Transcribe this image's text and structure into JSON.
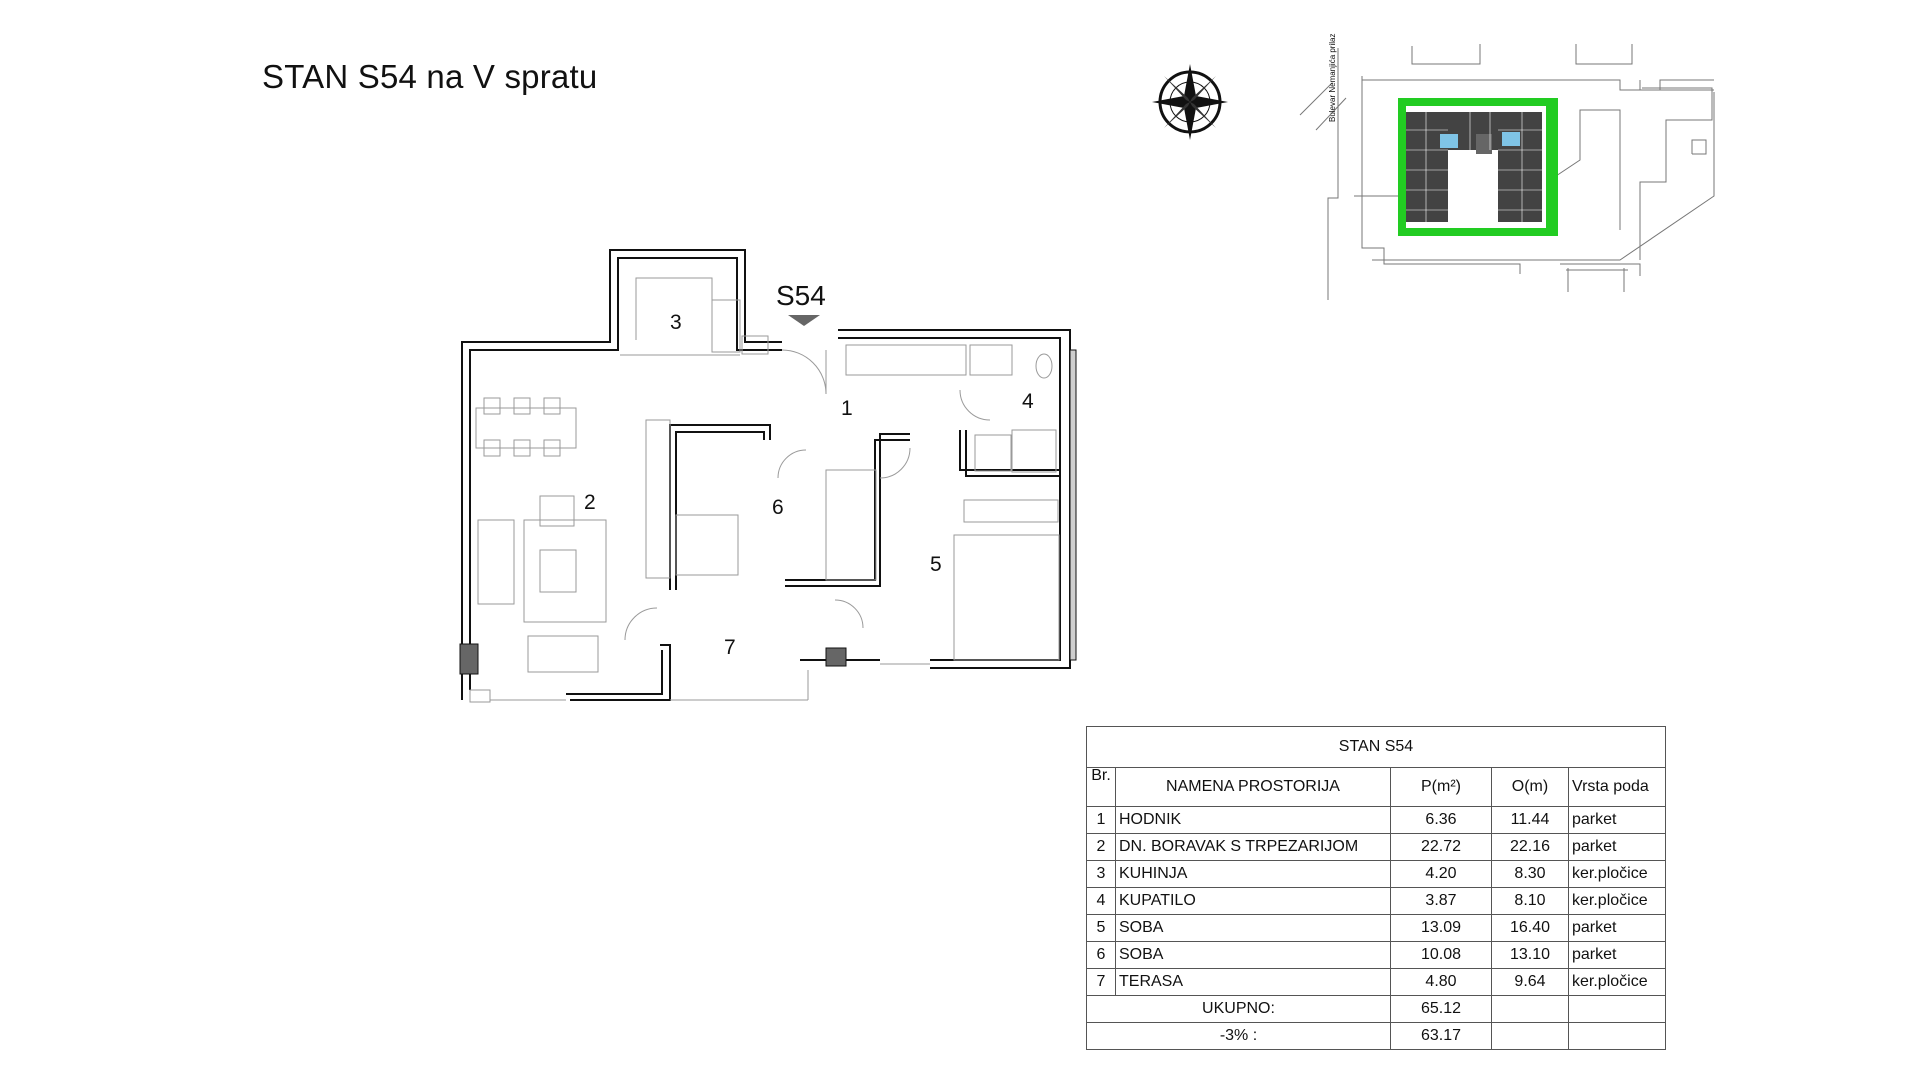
{
  "title": "STAN S54 na V spratu",
  "unit_label": "S54",
  "street_label": "Bulevar Nemanjića prilaz",
  "rooms_on_plan": [
    "1",
    "2",
    "3",
    "4",
    "5",
    "6",
    "7"
  ],
  "table": {
    "caption": "STAN S54",
    "headers": {
      "br": "Br.",
      "name": "NAMENA PROSTORIJA",
      "p": "P(m²)",
      "o": "O(m)",
      "v": "Vrsta poda"
    },
    "rows": [
      {
        "br": "1",
        "name": "HODNIK",
        "p": "6.36",
        "o": "11.44",
        "v": "parket"
      },
      {
        "br": "2",
        "name": "DN. BORAVAK S TRPEZARIJOM",
        "p": "22.72",
        "o": "22.16",
        "v": "parket"
      },
      {
        "br": "3",
        "name": "KUHINJA",
        "p": "4.20",
        "o": "8.30",
        "v": "ker.pločice"
      },
      {
        "br": "4",
        "name": "KUPATILO",
        "p": "3.87",
        "o": "8.10",
        "v": "ker.pločice"
      },
      {
        "br": "5",
        "name": "SOBA",
        "p": "13.09",
        "o": "16.40",
        "v": "parket"
      },
      {
        "br": "6",
        "name": "SOBA",
        "p": "10.08",
        "o": "13.10",
        "v": "parket"
      },
      {
        "br": "7",
        "name": "TERASA",
        "p": "4.80",
        "o": "9.64",
        "v": "ker.pločice"
      }
    ],
    "total_label": "UKUPNO:",
    "total_value": "65.12",
    "reduced_label": "-3% :",
    "reduced_value": "63.17"
  },
  "colors": {
    "wall": "#111111",
    "green": "#22cc22",
    "highlight": "#7fc4e6",
    "furniture": "#9a9a9a"
  }
}
